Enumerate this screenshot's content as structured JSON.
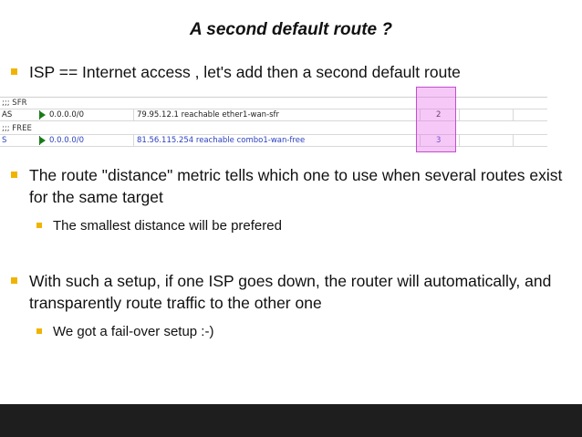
{
  "slide": {
    "title": "A second default route ?",
    "bullet1": "ISP == Internet access , let's add then a second default route",
    "bullet2": "The route \"distance\" metric tells which one to use when several routes exist for the same target",
    "sub2": "The smallest distance will be prefered",
    "bullet3": "With such a setup, if one ISP goes down, the router will automatically, and transparently route traffic to the other one",
    "sub3": "We got a fail-over setup :-)"
  },
  "routes": {
    "rows": [
      {
        "comment": ";;; SFR",
        "flags": "AS",
        "dst": "0.0.0.0/0",
        "gateway": "79.95.12.1 reachable ether1-wan-sfr",
        "distance": "2"
      },
      {
        "comment": ";;; FREE",
        "flags": "S",
        "dst": "0.0.0.0/0",
        "gateway": "81.56.115.254 reachable combo1-wan-free",
        "distance": "3"
      }
    ]
  },
  "colors": {
    "bullet": "#f0b400",
    "highlight": "#e66eeb",
    "footer": "#1e1e1e",
    "inactive_row": "#2a3fc0"
  }
}
